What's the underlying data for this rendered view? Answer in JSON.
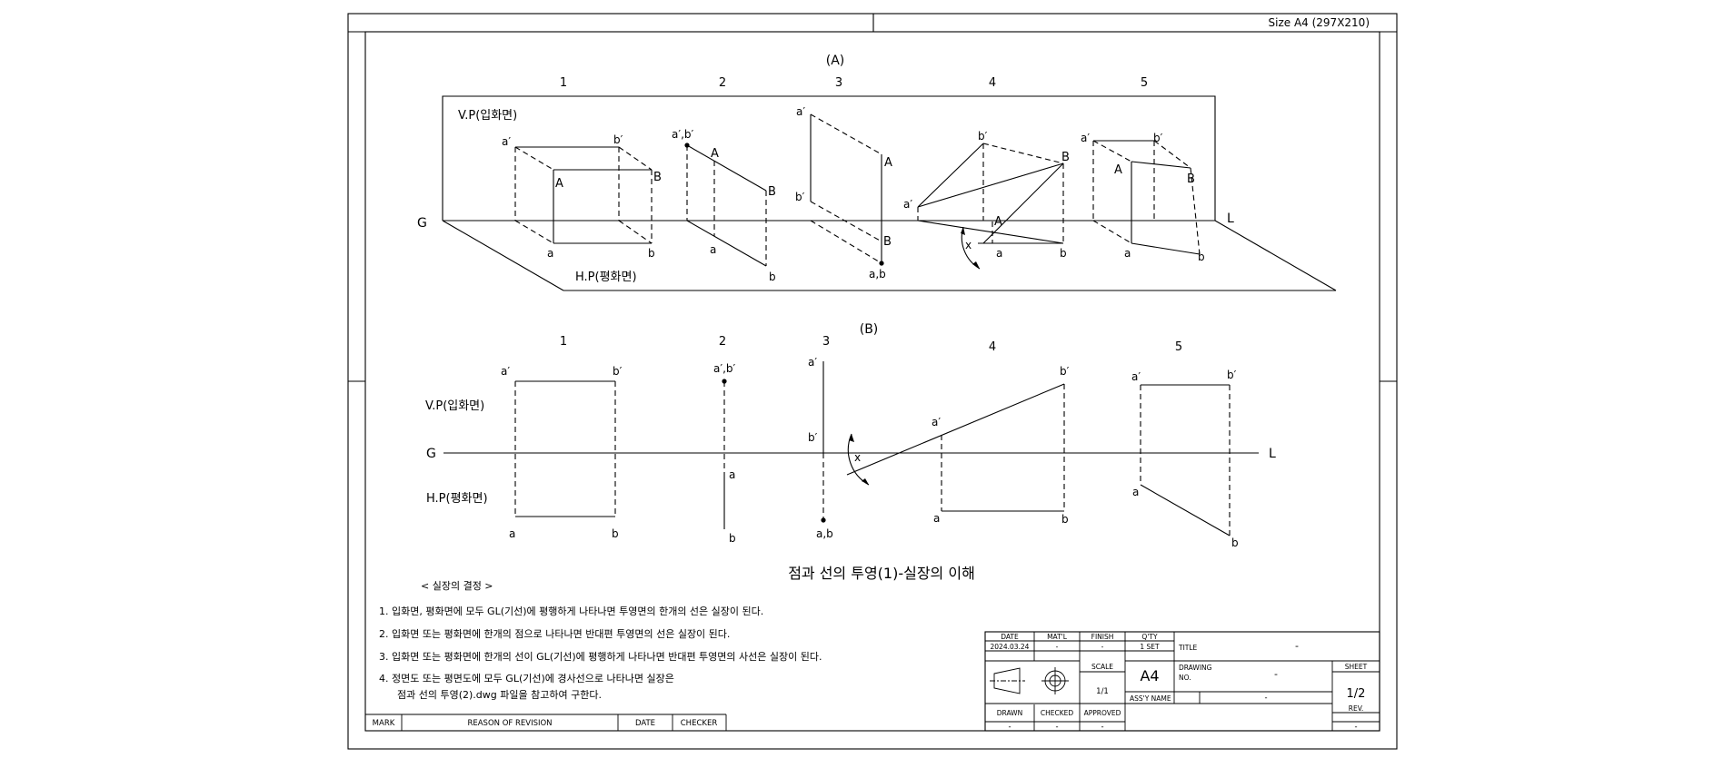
{
  "sheet": {
    "size_label": "Size A4 (297X210)",
    "title": "점과 선의 투영(1)-실장의 이해"
  },
  "section_a": {
    "heading": "(A)",
    "numbers": [
      "1",
      "2",
      "3",
      "4",
      "5"
    ],
    "vp_label": "V.P(입화면)",
    "hp_label": "H.P(평화면)",
    "g_label": "G",
    "l_label": "L",
    "labels": {
      "a_prime": "a′",
      "b_prime": "b′",
      "a_b_prime": "a′,b′",
      "A": "A",
      "B": "B",
      "a": "a",
      "b": "b",
      "ab": "a,b",
      "x": "x"
    }
  },
  "section_b": {
    "heading": "(B)",
    "numbers": [
      "1",
      "2",
      "3",
      "4",
      "5"
    ],
    "vp_label": "V.P(입화면)",
    "hp_label": "H.P(평화면)",
    "g_label": "G",
    "l_label": "L"
  },
  "notes": {
    "heading": "< 실장의 결정 >",
    "items": [
      "1. 입화면, 평화면에 모두 GL(기선)에 평행하게 나타나면 투영면의 한개의 선은 실장이 된다.",
      "2. 입화면 또는 평화면에 한개의 점으로 나타나면 반대편 투영면의 선은 실장이 된다.",
      "3. 입화면 또는 평화면에 한개의 선이 GL(기선)에 평행하게 나타나면 반대편 투영면의 사선은 실장이 된다.",
      "4. 정면도 또는 평면도에 모두 GL(기선)에 경사선으로 나타나면 실장은",
      "점과 선의 투영(2).dwg 파일을 참고하여 구한다."
    ]
  },
  "revision_block": {
    "mark": "MARK",
    "reason": "REASON OF REVISION",
    "date": "DATE",
    "checker": "CHECKER"
  },
  "title_block": {
    "date_h": "DATE",
    "matl_h": "MAT'L",
    "finish_h": "FINISH",
    "qty_h": "Q'TY",
    "date_v": "2024.03.24",
    "matl_v": "-",
    "finish_v": "-",
    "qty_v": "1 SET",
    "title_h": "TITLE",
    "title_v": "-",
    "scale_h": "SCALE",
    "scale_v": "1/1",
    "size_v": "A4",
    "drawing_h": "DRAWING",
    "drawing_h2": "NO.",
    "drawing_v": "-",
    "sheet_h": "SHEET",
    "sheet_v": "1/2",
    "assy_h": "ASS'Y NAME",
    "assy_v": "-",
    "drawn_h": "DRAWN",
    "checked_h": "CHECKED",
    "approved_h": "APPROVED",
    "drawn_v": "-",
    "checked_v": "-",
    "approved_v": "-",
    "rev_h": "REV.",
    "rev_v": "-"
  }
}
